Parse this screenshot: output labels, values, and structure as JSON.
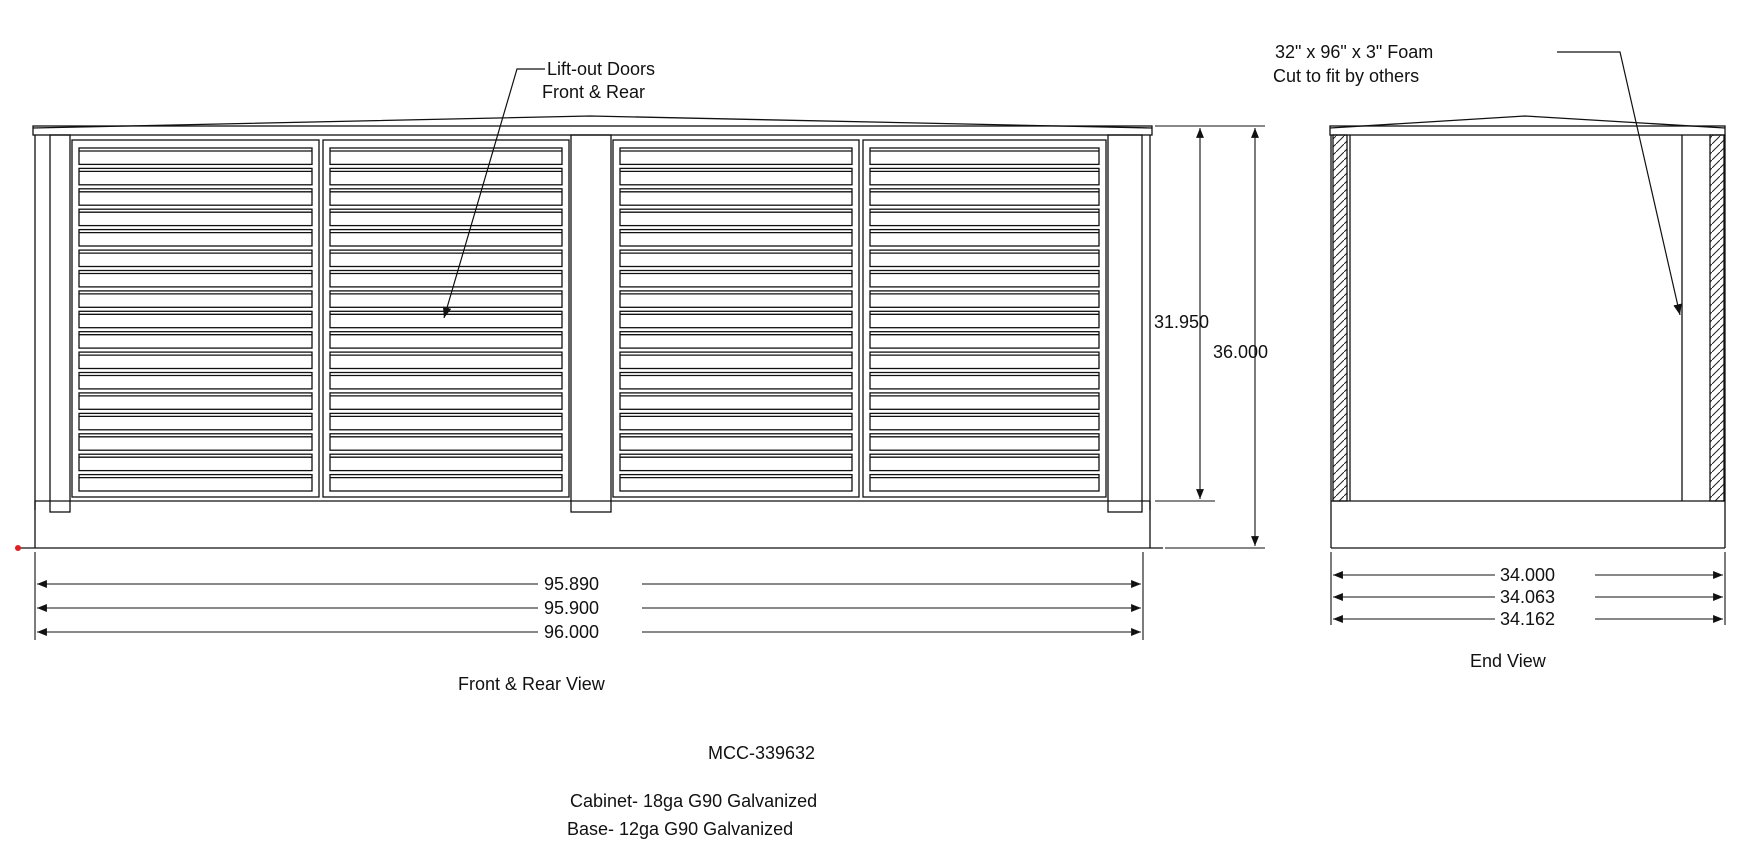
{
  "front_view": {
    "title": "Front & Rear View",
    "callout_line1": "Lift-out Doors",
    "callout_line2": "Front & Rear",
    "louver_count_per_panel": 17,
    "dims": {
      "inner_height": "31.950",
      "overall_height": "36.000",
      "width_1": "95.890",
      "width_2": "95.900",
      "width_3": "96.000"
    }
  },
  "end_view": {
    "title": "End View",
    "callout_line1": "32\" x 96\" x 3\" Foam",
    "callout_line2": "Cut to fit by others",
    "dims": {
      "width_1": "34.000",
      "width_2": "34.063",
      "width_3": "34.162"
    }
  },
  "notes": {
    "part_number": "MCC-339632",
    "cabinet_spec": "Cabinet- 18ga G90 Galvanized",
    "base_spec": "Base- 12ga G90 Galvanized"
  },
  "colors": {
    "line": "#111111",
    "marker": "#e02020"
  }
}
